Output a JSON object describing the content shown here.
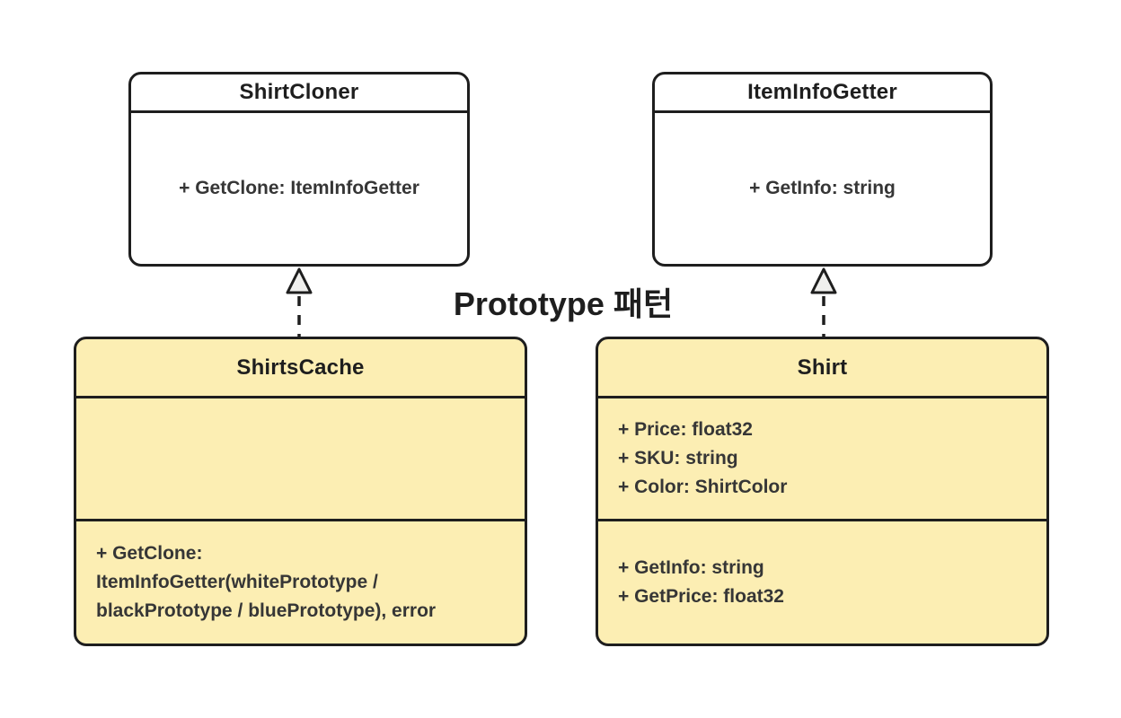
{
  "diagram": {
    "title": "Prototype 패턴",
    "type": "uml-class-diagram"
  },
  "colors": {
    "background": "#ffffff",
    "stroke": "#1e1e1e",
    "interface_fill": "#ffffff",
    "class_fill": "#fceeb3",
    "member_text": "#363636",
    "arrowhead_fill": "#f0f0ee"
  },
  "interfaces": [
    {
      "name": "ShirtCloner",
      "members": [
        "+ GetClone: ItemInfoGetter"
      ]
    },
    {
      "name": "ItemInfoGetter",
      "members": [
        "+ GetInfo: string"
      ]
    }
  ],
  "classes": [
    {
      "name": "ShirtsCache",
      "attributes": [],
      "methods": [
        "+ GetClone: ItemInfoGetter(whitePrototype / blackPrototype / bluePrototype), error"
      ]
    },
    {
      "name": "Shirt",
      "attributes": [
        "+ Price: float32",
        "+ SKU: string",
        "+ Color: ShirtColor"
      ],
      "methods": [
        "+ GetInfo: string",
        "+ GetPrice: float32"
      ]
    }
  ],
  "relations": [
    {
      "from": "ShirtsCache",
      "to": "ShirtCloner",
      "type": "realization",
      "style": "dashed-hollow-triangle"
    },
    {
      "from": "Shirt",
      "to": "ItemInfoGetter",
      "type": "realization",
      "style": "dashed-hollow-triangle"
    }
  ]
}
